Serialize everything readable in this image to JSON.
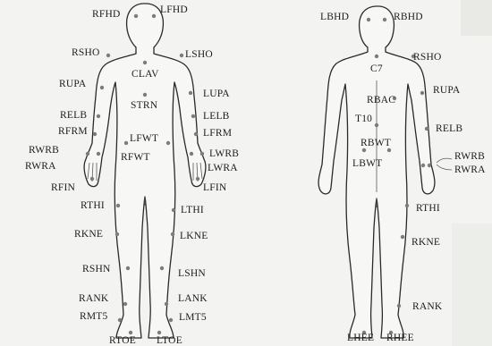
{
  "figure": {
    "front": {
      "labels": [
        "RFHD",
        "LFHD",
        "RSHO",
        "LSHO",
        "CLAV",
        "RUPA",
        "STRN",
        "LUPA",
        "RELB",
        "LELB",
        "RFRM",
        "LFRM",
        "LFWT",
        "RWRB",
        "RFWT",
        "LWRB",
        "RWRA",
        "LWRA",
        "RFIN",
        "LFIN",
        "RTHI",
        "LTHI",
        "RKNE",
        "LKNE",
        "RSHN",
        "LSHN",
        "RANK",
        "LANK",
        "RMT5",
        "LMT5",
        "RTOE",
        "LTOE"
      ]
    },
    "back": {
      "labels": [
        "LBHD",
        "RBHD",
        "RSHO",
        "C7",
        "RBAC",
        "RUPA",
        "T10",
        "RBWT",
        "RELB",
        "LBWT",
        "RWRB",
        "RWRA",
        "RTHI",
        "RKNE",
        "RANK",
        "LHEE",
        "RHEE"
      ]
    }
  }
}
